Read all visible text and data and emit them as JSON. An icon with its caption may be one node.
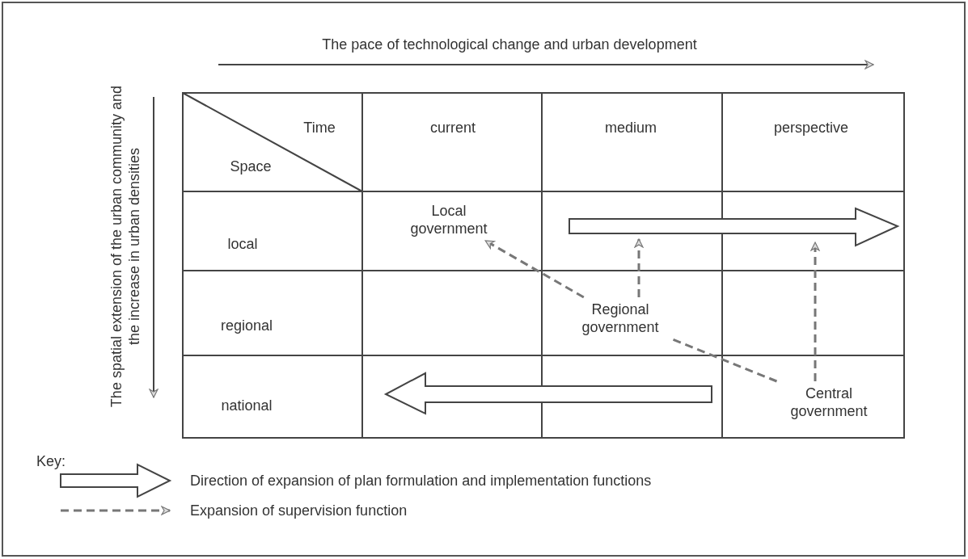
{
  "diagram": {
    "nodes": [
      {
        "text": [
          "Local government"
        ]
      },
      {
        "text": [
          "Regional government"
        ]
      },
      {
        "text": [
          "Central government"
        ]
      }
    ],
    "edges": [
      {
        "from": 2,
        "to": 1,
        "arrow": "none",
        "style": "dashed"
      },
      {
        "from": 1,
        "to": 0,
        "arrow": "to",
        "style": "dashed"
      },
      {
        "from": 1,
        "to": null,
        "arrow": "to",
        "style": "dashed"
      },
      {
        "from": 2,
        "to": null,
        "arrow": "to",
        "style": "dashed"
      }
    ],
    "labels": [
      "The pace of technological change and urban development",
      "The spatial extension of the urban community and the increase in urban densities",
      "Time",
      "current",
      "medium",
      "perspective",
      "Space",
      "local",
      "regional",
      "national",
      "Key:"
    ],
    "legend": [
      {
        "text": "Direction of expansion of plan formulation and implementation functions"
      },
      {
        "text": "Expansion of supervision function"
      }
    ]
  }
}
